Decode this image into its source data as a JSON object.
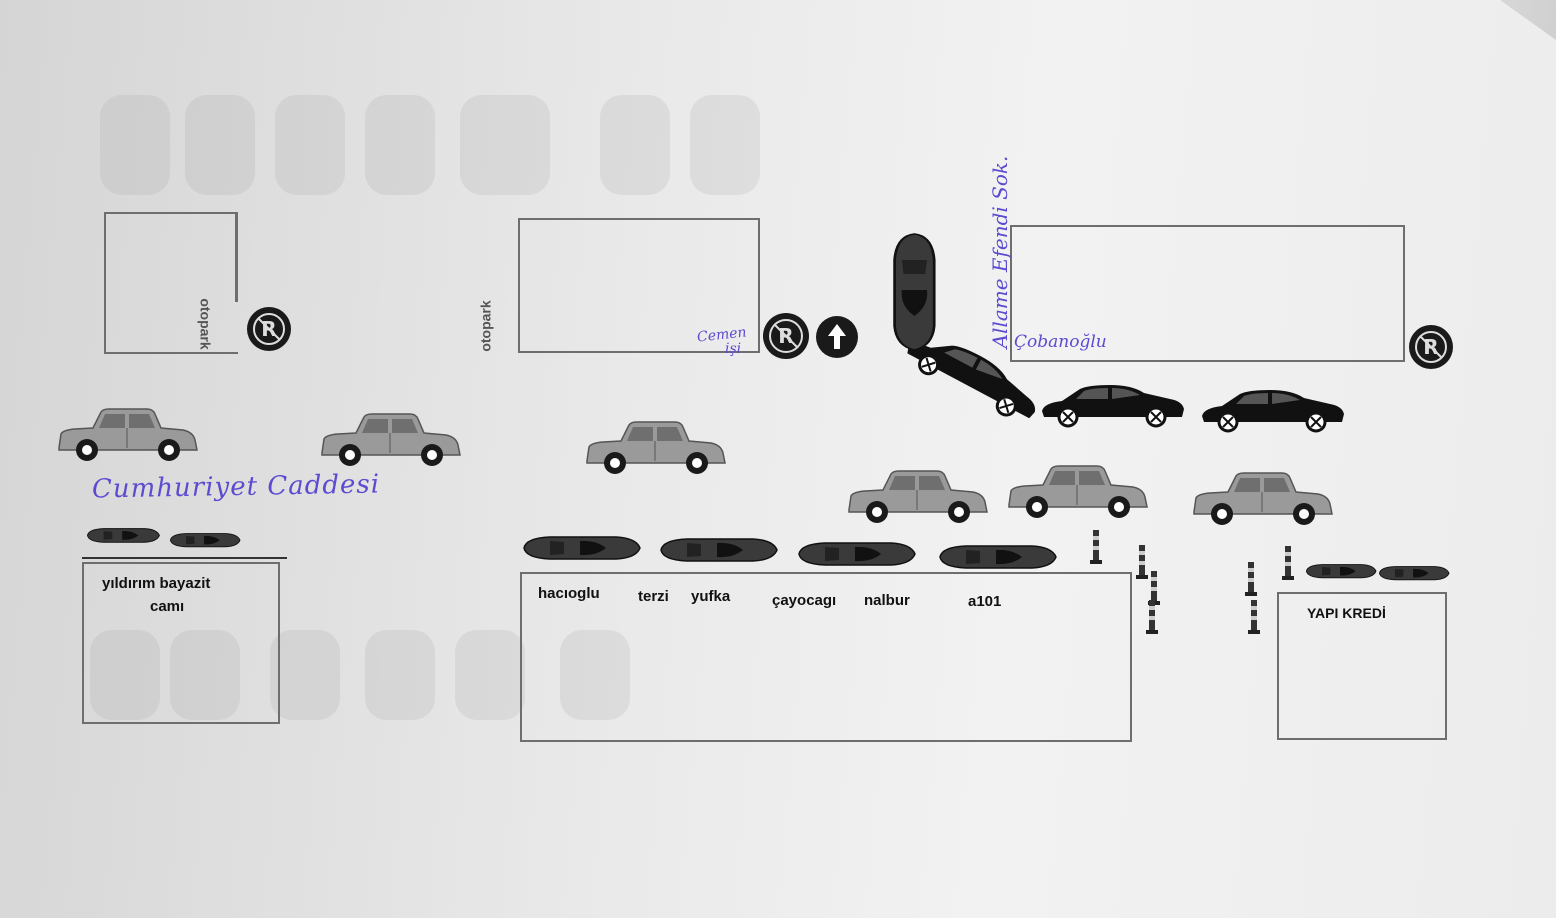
{
  "shops": {
    "hacioglu": "hacıoglu",
    "terzi": "terzi",
    "yufka": "yufka",
    "cayocagi": "çayocagı",
    "nalbur": "nalbur",
    "a101": "a101"
  },
  "mosque": {
    "line1": "yıldırım bayazit",
    "line2": "camı"
  },
  "bank": "YAPI KREDİ",
  "handwritten": {
    "street_main": "Cumhuriyet Caddesi",
    "street_side": "Allame Efendi Sok.",
    "cobanoglu": "Çobanoğlu",
    "cemen": "Cemen",
    "isi": "işi"
  },
  "logos": {
    "otopark_1": "otopark",
    "otopark_2": "otopark"
  },
  "icons": {
    "parking_sign": "parking-circle-icon",
    "one_way": "arrow-up-circle-icon",
    "sedan": "sedan-car-icon",
    "classic_car": "classic-car-icon",
    "sports_car": "sports-car-top-icon",
    "bollard": "bollard-icon"
  },
  "colors": {
    "handwriting": "#5b4bd0",
    "box_border": "#6e6e6e",
    "car_black": "#111111",
    "car_grey": "#9a9a9a"
  }
}
